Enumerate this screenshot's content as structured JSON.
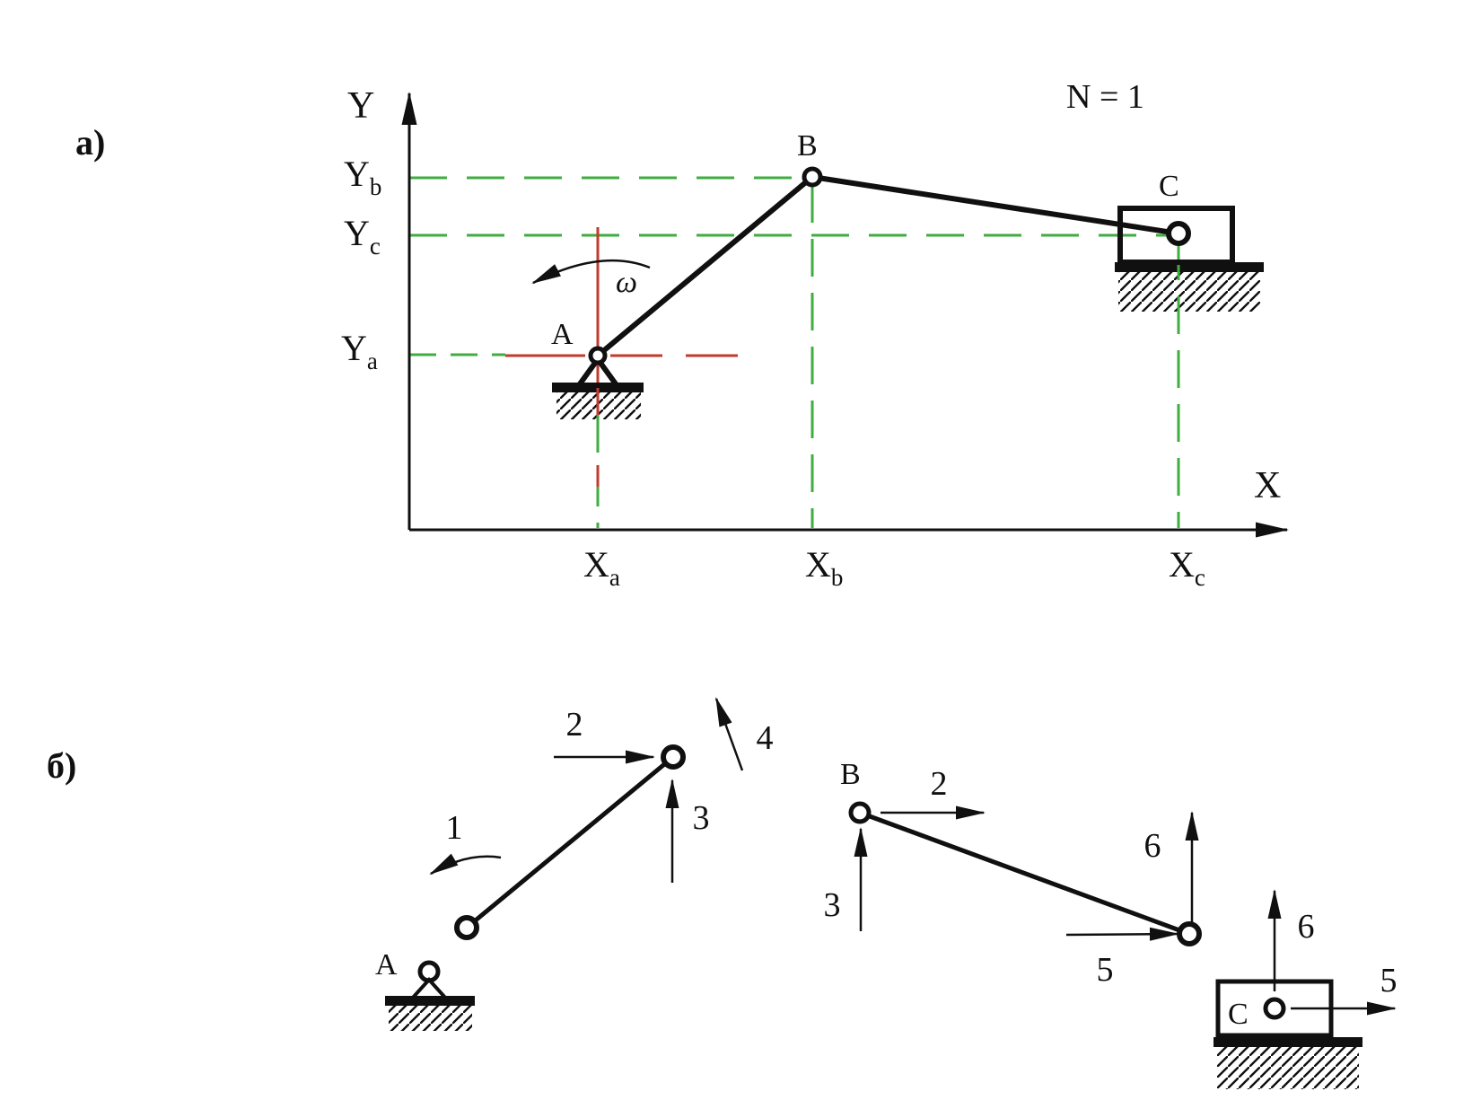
{
  "colors": {
    "green": "#3fae3f",
    "red": "#c23b2e",
    "ink": "#101010"
  },
  "panel_a": {
    "label": "a)",
    "annotation": "N = 1",
    "omega": "ω",
    "axis": {
      "x": "X",
      "y": "Y"
    },
    "points": {
      "a": "A",
      "b": "B",
      "c": "C"
    },
    "coords": {
      "yb": {
        "base": "Y",
        "sub": "b"
      },
      "yc": {
        "base": "Y",
        "sub": "c"
      },
      "ya": {
        "base": "Y",
        "sub": "a"
      },
      "xa": {
        "base": "X",
        "sub": "a"
      },
      "xb": {
        "base": "X",
        "sub": "b"
      },
      "xc": {
        "base": "X",
        "sub": "c"
      }
    }
  },
  "panel_b": {
    "label": "б)",
    "crank": {
      "point_a": "A",
      "arrow_1": "1",
      "arrow_2": "2",
      "arrow_3": "3",
      "arrow_4": "4"
    },
    "rod": {
      "point_b": "B",
      "point_c": "C",
      "arrow_2": "2",
      "arrow_3": "3",
      "arrow_5": "5",
      "arrow_6": "6",
      "slider_arrow_5": "5",
      "slider_arrow_6": "6"
    }
  }
}
